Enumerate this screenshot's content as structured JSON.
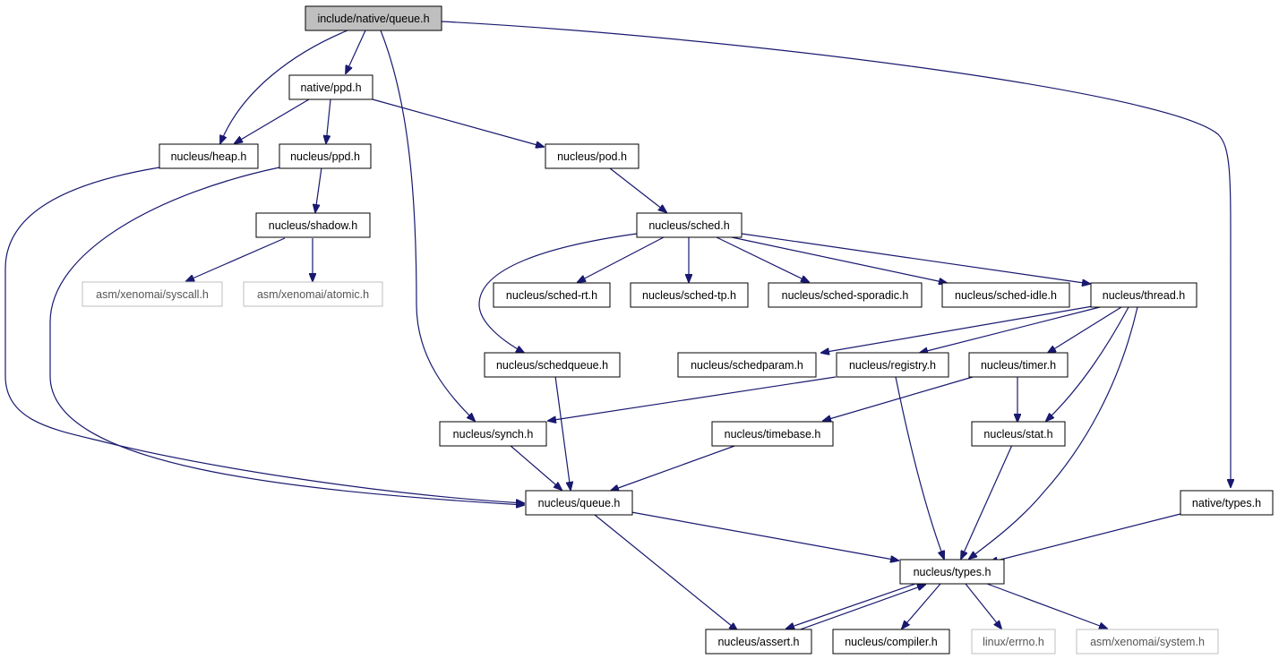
{
  "graph": {
    "root": "include/native/queue.h",
    "nodes": {
      "n_root": {
        "label": "include/native/queue.h",
        "kind": "root"
      },
      "n_native_ppd": {
        "label": "native/ppd.h",
        "kind": "normal"
      },
      "n_heap": {
        "label": "nucleus/heap.h",
        "kind": "normal"
      },
      "n_nuc_ppd": {
        "label": "nucleus/ppd.h",
        "kind": "normal"
      },
      "n_pod": {
        "label": "nucleus/pod.h",
        "kind": "normal"
      },
      "n_shadow": {
        "label": "nucleus/shadow.h",
        "kind": "normal"
      },
      "n_sched": {
        "label": "nucleus/sched.h",
        "kind": "normal"
      },
      "n_syscall": {
        "label": "asm/xenomai/syscall.h",
        "kind": "external"
      },
      "n_atomic": {
        "label": "asm/xenomai/atomic.h",
        "kind": "external"
      },
      "n_sched_rt": {
        "label": "nucleus/sched-rt.h",
        "kind": "normal"
      },
      "n_sched_tp": {
        "label": "nucleus/sched-tp.h",
        "kind": "normal"
      },
      "n_sched_sporadic": {
        "label": "nucleus/sched-sporadic.h",
        "kind": "normal"
      },
      "n_sched_idle": {
        "label": "nucleus/sched-idle.h",
        "kind": "normal"
      },
      "n_thread": {
        "label": "nucleus/thread.h",
        "kind": "normal"
      },
      "n_schedqueue": {
        "label": "nucleus/schedqueue.h",
        "kind": "normal"
      },
      "n_schedparam": {
        "label": "nucleus/schedparam.h",
        "kind": "normal"
      },
      "n_registry": {
        "label": "nucleus/registry.h",
        "kind": "normal"
      },
      "n_timer": {
        "label": "nucleus/timer.h",
        "kind": "normal"
      },
      "n_synch": {
        "label": "nucleus/synch.h",
        "kind": "normal"
      },
      "n_timebase": {
        "label": "nucleus/timebase.h",
        "kind": "normal"
      },
      "n_stat": {
        "label": "nucleus/stat.h",
        "kind": "normal"
      },
      "n_nuc_queue": {
        "label": "nucleus/queue.h",
        "kind": "normal"
      },
      "n_native_types": {
        "label": "native/types.h",
        "kind": "normal"
      },
      "n_nuc_types": {
        "label": "nucleus/types.h",
        "kind": "normal"
      },
      "n_assert": {
        "label": "nucleus/assert.h",
        "kind": "normal"
      },
      "n_compiler": {
        "label": "nucleus/compiler.h",
        "kind": "normal"
      },
      "n_errno": {
        "label": "linux/errno.h",
        "kind": "external"
      },
      "n_system": {
        "label": "asm/xenomai/system.h",
        "kind": "external"
      }
    },
    "edges": [
      {
        "from": "include/native/queue.h",
        "to": "native/ppd.h"
      },
      {
        "from": "include/native/queue.h",
        "to": "nucleus/heap.h"
      },
      {
        "from": "include/native/queue.h",
        "to": "nucleus/synch.h"
      },
      {
        "from": "include/native/queue.h",
        "to": "native/types.h"
      },
      {
        "from": "native/ppd.h",
        "to": "nucleus/heap.h"
      },
      {
        "from": "native/ppd.h",
        "to": "nucleus/ppd.h"
      },
      {
        "from": "native/ppd.h",
        "to": "nucleus/pod.h"
      },
      {
        "from": "nucleus/heap.h",
        "to": "nucleus/queue.h"
      },
      {
        "from": "nucleus/ppd.h",
        "to": "nucleus/shadow.h"
      },
      {
        "from": "nucleus/ppd.h",
        "to": "nucleus/queue.h"
      },
      {
        "from": "nucleus/shadow.h",
        "to": "asm/xenomai/syscall.h"
      },
      {
        "from": "nucleus/shadow.h",
        "to": "asm/xenomai/atomic.h"
      },
      {
        "from": "nucleus/pod.h",
        "to": "nucleus/sched.h"
      },
      {
        "from": "nucleus/sched.h",
        "to": "nucleus/schedqueue.h"
      },
      {
        "from": "nucleus/sched.h",
        "to": "nucleus/sched-rt.h"
      },
      {
        "from": "nucleus/sched.h",
        "to": "nucleus/sched-tp.h"
      },
      {
        "from": "nucleus/sched.h",
        "to": "nucleus/sched-sporadic.h"
      },
      {
        "from": "nucleus/sched.h",
        "to": "nucleus/sched-idle.h"
      },
      {
        "from": "nucleus/sched.h",
        "to": "nucleus/thread.h"
      },
      {
        "from": "nucleus/thread.h",
        "to": "nucleus/schedparam.h"
      },
      {
        "from": "nucleus/thread.h",
        "to": "nucleus/registry.h"
      },
      {
        "from": "nucleus/thread.h",
        "to": "nucleus/timer.h"
      },
      {
        "from": "nucleus/thread.h",
        "to": "nucleus/stat.h"
      },
      {
        "from": "nucleus/thread.h",
        "to": "nucleus/types.h"
      },
      {
        "from": "nucleus/schedqueue.h",
        "to": "nucleus/queue.h"
      },
      {
        "from": "nucleus/registry.h",
        "to": "nucleus/synch.h"
      },
      {
        "from": "nucleus/registry.h",
        "to": "nucleus/types.h"
      },
      {
        "from": "nucleus/timer.h",
        "to": "nucleus/timebase.h"
      },
      {
        "from": "nucleus/timer.h",
        "to": "nucleus/stat.h"
      },
      {
        "from": "nucleus/synch.h",
        "to": "nucleus/queue.h"
      },
      {
        "from": "nucleus/timebase.h",
        "to": "nucleus/queue.h"
      },
      {
        "from": "nucleus/stat.h",
        "to": "nucleus/types.h"
      },
      {
        "from": "nucleus/queue.h",
        "to": "nucleus/types.h"
      },
      {
        "from": "nucleus/queue.h",
        "to": "nucleus/assert.h"
      },
      {
        "from": "native/types.h",
        "to": "nucleus/types.h"
      },
      {
        "from": "nucleus/types.h",
        "to": "nucleus/assert.h"
      },
      {
        "from": "nucleus/assert.h",
        "to": "nucleus/types.h"
      },
      {
        "from": "nucleus/types.h",
        "to": "nucleus/compiler.h"
      },
      {
        "from": "nucleus/types.h",
        "to": "linux/errno.h"
      },
      {
        "from": "nucleus/types.h",
        "to": "asm/xenomai/system.h"
      }
    ],
    "colors": {
      "edge": "#191970",
      "root_fill": "#bfbfbf",
      "node_border": "#000000",
      "external_border": "#bfbfbf",
      "background": "#ffffff"
    }
  }
}
